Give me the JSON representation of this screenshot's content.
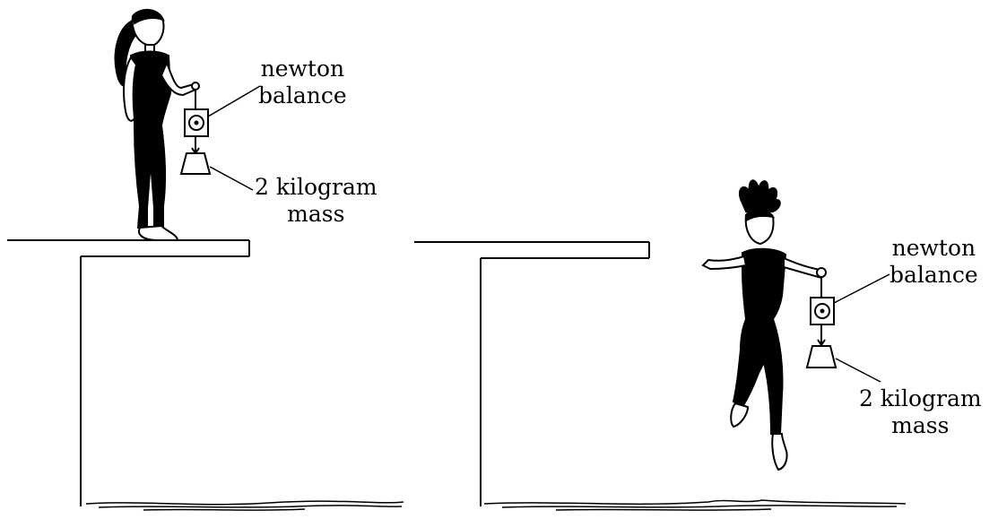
{
  "left_scene": {
    "balance_label": [
      "newton",
      "balance"
    ],
    "mass_label": [
      "2 kilogram",
      "mass"
    ]
  },
  "right_scene": {
    "balance_label": [
      "newton",
      "balance"
    ],
    "mass_label": [
      "2 kilogram",
      "mass"
    ]
  },
  "colors": {
    "ink": "#000000",
    "paper": "#ffffff"
  }
}
